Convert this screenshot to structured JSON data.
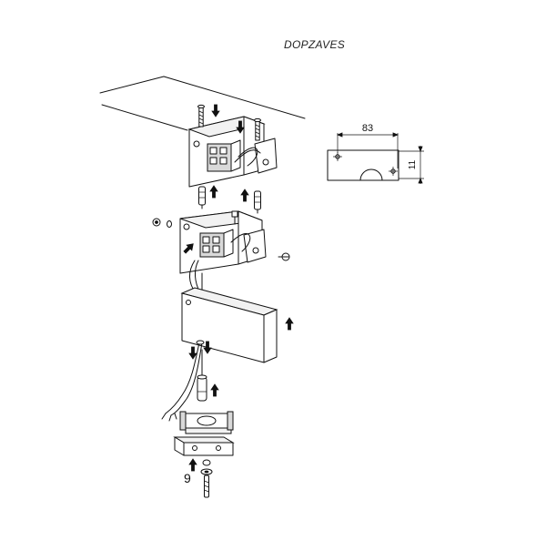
{
  "drawing": {
    "title": "DOPZAVES",
    "dimension_width": "83",
    "dimension_height": "11",
    "step_number": "9"
  },
  "icons": {
    "arrow": "up-down-assembly-arrow",
    "screw": "screw-icon",
    "nut": "nut-icon"
  }
}
